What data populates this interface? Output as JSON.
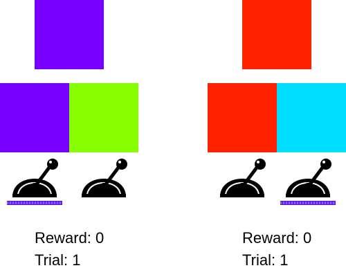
{
  "colors": {
    "purple": "#7700ff",
    "green": "#88ff00",
    "red": "#ff2200",
    "cyan": "#00ddff",
    "lever": "#000000",
    "selection": "#6a1fff"
  },
  "panels": [
    {
      "target_color": "purple",
      "options": [
        "purple",
        "green"
      ],
      "selected_option": 0,
      "reward_label": "Reward:",
      "reward_value": "0",
      "trial_label": "Trial:",
      "trial_value": "1",
      "reward_text": "Reward: 0",
      "trial_text": "Trial: 1"
    },
    {
      "target_color": "red",
      "options": [
        "red",
        "cyan"
      ],
      "selected_option": 1,
      "reward_label": "Reward:",
      "reward_value": "0",
      "trial_label": "Trial:",
      "trial_value": "1",
      "reward_text": "Reward: 0",
      "trial_text": "Trial: 1"
    }
  ],
  "icons": [
    "lever-icon"
  ]
}
